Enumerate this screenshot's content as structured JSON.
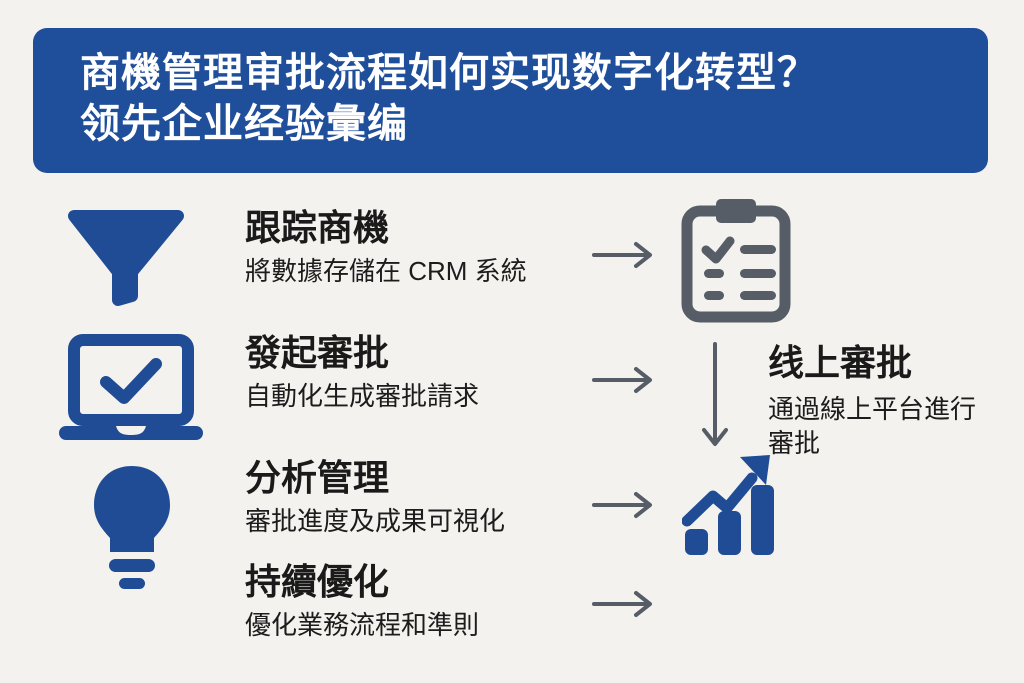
{
  "colors": {
    "background": "#f4f2ee",
    "banner_blue": "#1f4e9b",
    "icon_blue": "#1f4c94",
    "arrow_gray": "#565d66",
    "text_dark": "#1a1a1a",
    "banner_text": "#ffffff"
  },
  "banner": {
    "title_line1": "商機管理审批流程如何实现数字化转型？",
    "title_line2": "领先企业经验彙编"
  },
  "steps": [
    {
      "icon": "funnel-icon",
      "title": "跟踪商機",
      "subtitle": "將數據存儲在 CRM 系統"
    },
    {
      "icon": "laptop-check-icon",
      "title": "發起審批",
      "subtitle": "自動化生成審批請求"
    },
    {
      "icon": "lightbulb-icon",
      "title": "分析管理",
      "subtitle": "審批進度及成果可視化"
    },
    {
      "icon": "none",
      "title": "持續優化",
      "subtitle": "優化業務流程和準則"
    }
  ],
  "right_panel": {
    "top_icon": "clipboard-checklist-icon",
    "bottom_icon": "bar-chart-growth-icon",
    "title": "线上審批",
    "subtitle_line1": "通過線上平台進行",
    "subtitle_line2": "審批"
  },
  "icons": [
    "funnel-icon",
    "laptop-check-icon",
    "lightbulb-icon",
    "clipboard-checklist-icon",
    "bar-chart-growth-icon",
    "right-arrow-icon",
    "down-arrow-icon"
  ]
}
